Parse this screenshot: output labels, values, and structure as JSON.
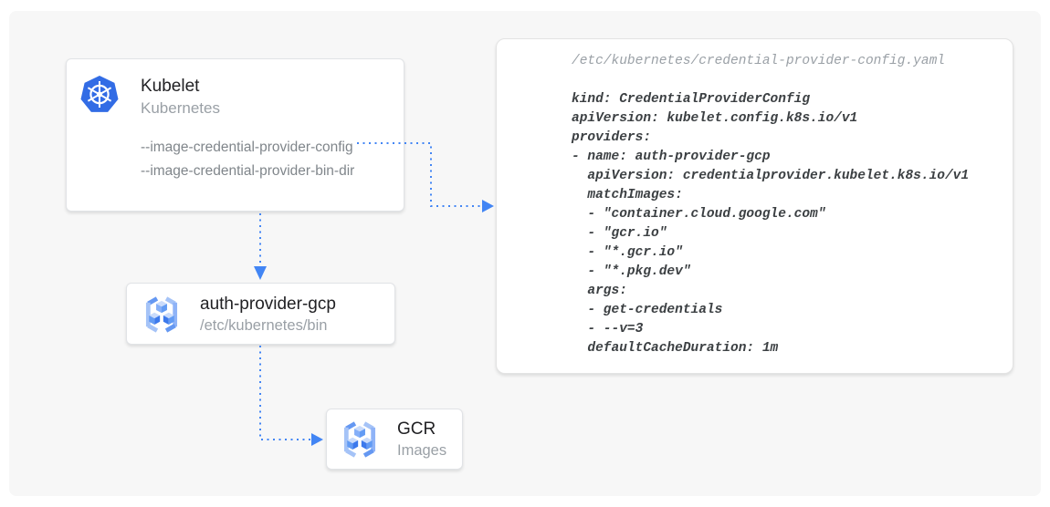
{
  "colors": {
    "accent_blue": "#4285f4",
    "kubernetes_blue": "#326ce5",
    "board_background": "#f7f7f7",
    "card_background": "#ffffff",
    "title_text": "#212124",
    "muted_text": "#9aa0a6",
    "code_text": "#3c4043"
  },
  "nodes": {
    "kubelet": {
      "title": "Kubelet",
      "subtitle": "Kubernetes",
      "icon": "kubernetes-helm-icon",
      "flags": [
        "--image-credential-provider-config",
        "--image-credential-provider-bin-dir"
      ]
    },
    "auth_provider_gcp": {
      "title": "auth-provider-gcp",
      "subtitle": "/etc/kubernetes/bin",
      "icon": "container-registry-icon"
    },
    "gcr": {
      "title": "GCR",
      "subtitle": "Images",
      "icon": "container-registry-icon"
    }
  },
  "code_panel": {
    "filename": "/etc/kubernetes/credential-provider-config.yaml",
    "lines": [
      "kind: CredentialProviderConfig",
      "apiVersion: kubelet.config.k8s.io/v1",
      "providers:",
      "- name: auth-provider-gcp",
      "  apiVersion: credentialprovider.kubelet.k8s.io/v1",
      "  matchImages:",
      "  - \"container.cloud.google.com\"",
      "  - \"gcr.io\"",
      "  - \"*.gcr.io\"",
      "  - \"*.pkg.dev\"",
      "  args:",
      "  - get-credentials",
      "  - --v=3",
      "  defaultCacheDuration: 1m"
    ]
  },
  "connections": [
    {
      "from": "kubelet --image-credential-provider-config flag",
      "to": "credential-provider-config.yaml panel",
      "style": "dotted-blue-arrow"
    },
    {
      "from": "kubelet",
      "to": "auth-provider-gcp",
      "style": "dotted-blue-arrow"
    },
    {
      "from": "auth-provider-gcp",
      "to": "gcr-images",
      "style": "dotted-blue-arrow"
    }
  ]
}
